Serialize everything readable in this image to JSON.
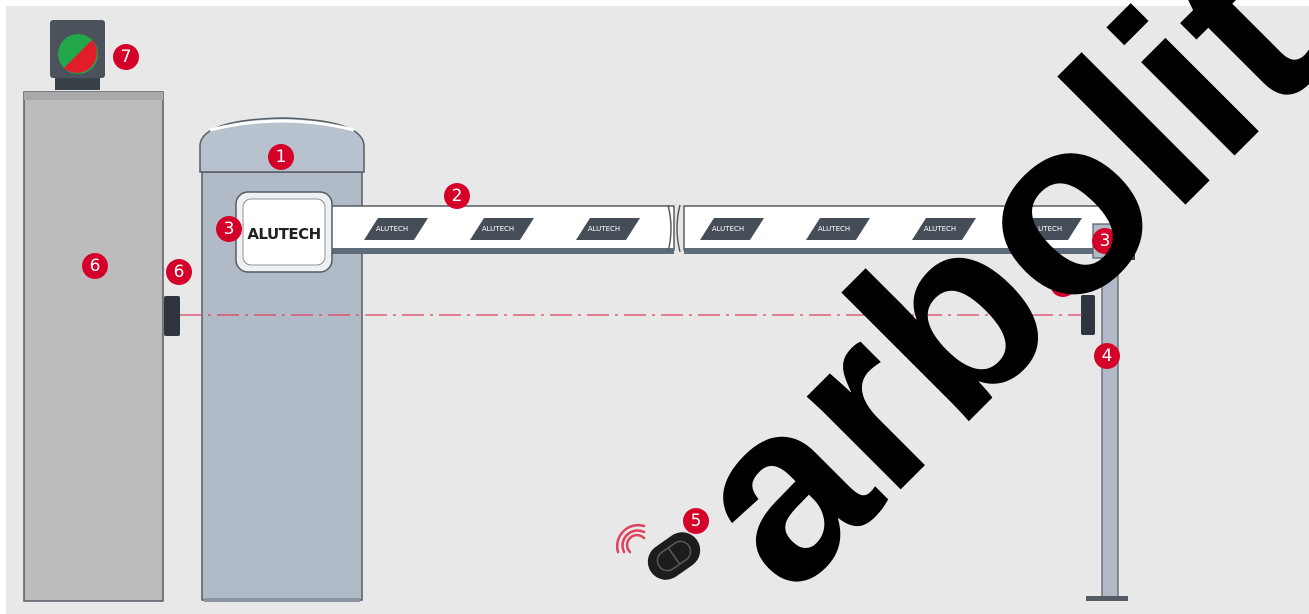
{
  "brand": "ALUTECH",
  "stripe_label": "ALUTECH",
  "watermark": "arbolit.hu",
  "callouts": [
    {
      "id": "traffic-light",
      "label": "7"
    },
    {
      "id": "barrier-housing",
      "label": "1"
    },
    {
      "id": "boom-arm",
      "label": "2"
    },
    {
      "id": "control-unit",
      "label": "3"
    },
    {
      "id": "wall-photocell",
      "label": "6"
    },
    {
      "id": "cabinet",
      "label": "6"
    },
    {
      "id": "support-post",
      "label": "3"
    },
    {
      "id": "post-photocell",
      "label": "6"
    },
    {
      "id": "post-signal",
      "label": "4"
    },
    {
      "id": "remote",
      "label": "5"
    }
  ],
  "colors": {
    "background": "#e8e8e8",
    "callout": "#d4002a",
    "housing": "#b1bbc8",
    "cabinet": "#bdbdbd",
    "stripe": "#454d58",
    "beam": "#e0405e"
  }
}
